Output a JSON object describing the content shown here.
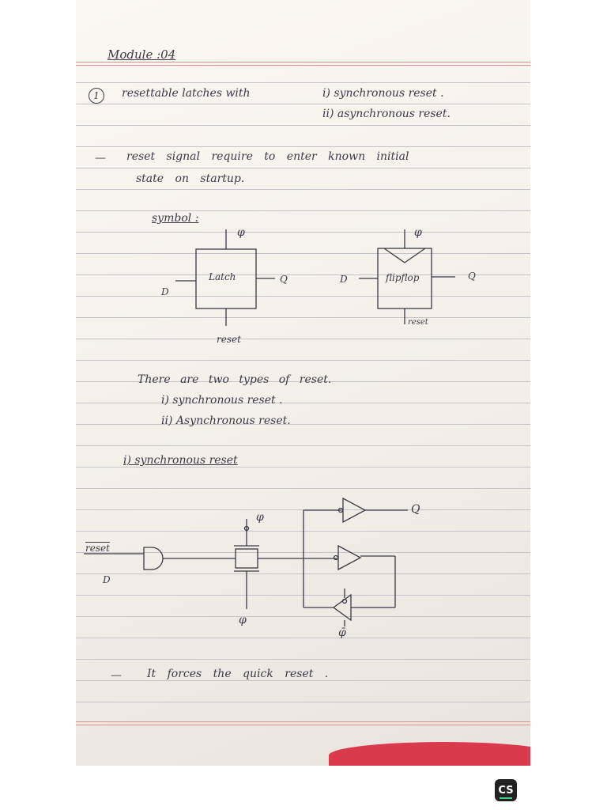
{
  "header": {
    "module_title": "Module :04"
  },
  "point1": {
    "number": "1",
    "text": "resettable latches with",
    "sub_i": "i) synchronous reset .",
    "sub_ii": "ii) asynchronous reset."
  },
  "point2": {
    "dash": "—",
    "line1": "reset signal require to enter known initial",
    "line2": "state on startup."
  },
  "symbol": {
    "heading": "symbol :",
    "latch_label": "Latch",
    "flipflop_label": "flipflop",
    "phi": "φ",
    "d": "D",
    "q": "Q",
    "reset": "reset"
  },
  "types": {
    "intro": "There are two types of reset.",
    "i": "i) synchronous reset .",
    "ii": "ii) Asynchronous reset."
  },
  "sync": {
    "heading": "i) synchronous reset",
    "reset_in": "reset",
    "d_in": "D",
    "phi_top": "φ",
    "phi_bottom": "φ",
    "phi_bar": "φ̄",
    "q_out": "Q"
  },
  "footer_note": {
    "dash": "—",
    "text": "It forces the quick reset ."
  },
  "watermark": {
    "logo": "CS"
  }
}
